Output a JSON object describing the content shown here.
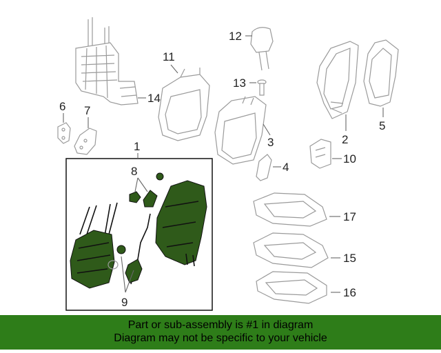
{
  "diagram": {
    "callouts": {
      "c1": "1",
      "c2": "2",
      "c3": "3",
      "c4": "4",
      "c5": "5",
      "c6": "6",
      "c7": "7",
      "c8": "8",
      "c9": "9",
      "c10": "10",
      "c11": "11",
      "c12": "12",
      "c13": "13",
      "c14": "14",
      "c15": "15",
      "c16": "16",
      "c17": "17"
    },
    "highlight_color": "#2f5a1a"
  },
  "banner": {
    "line1": "Part or sub-assembly is #1 in diagram",
    "line2": "Diagram may not be specific to your vehicle",
    "background": "#2e7d19"
  }
}
